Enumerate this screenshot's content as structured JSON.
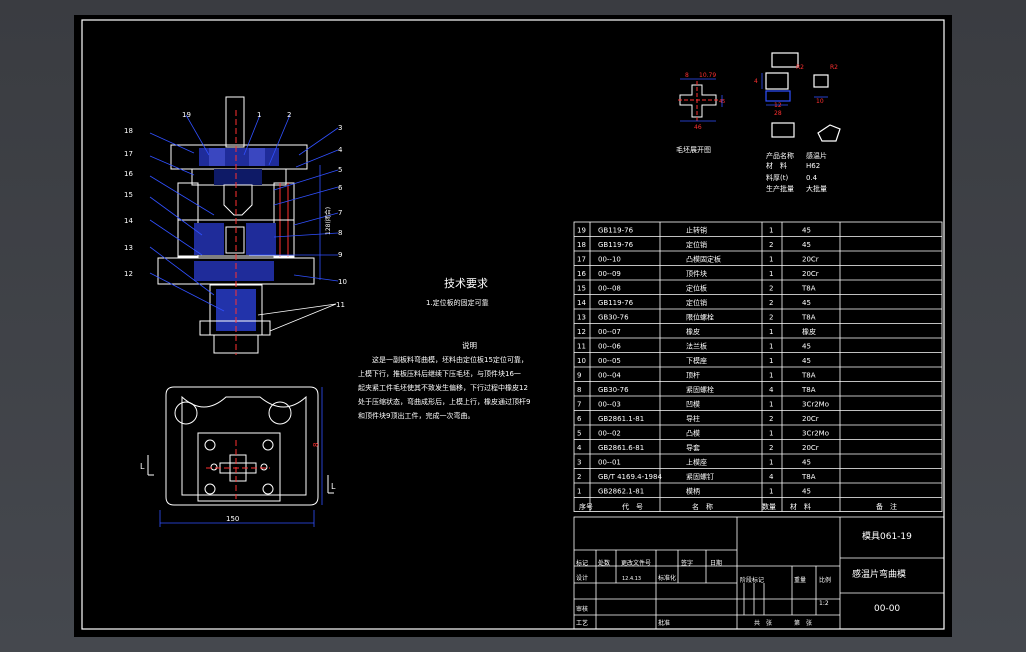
{
  "tech": {
    "title": "技术要求",
    "line1": "1.定位板的固定可靠",
    "desc_title": "说明",
    "desc": [
      "这是一副板料弯曲模，坯料由定位板15定位可靠，",
      "上模下行，推板压料后继续下压毛坯，与顶件块16一",
      "起夹紧工件毛坯使其不致发生偏移，下行过程中橡皮12",
      "处于压缩状态，弯曲成形后，上模上行，橡皮通过顶杆9",
      "和顶件块9顶出工件，完成一次弯曲。"
    ]
  },
  "section_labels_left": [
    "18",
    "17",
    "16",
    "15",
    "14",
    "13",
    "12"
  ],
  "section_labels_right": [
    "19",
    "1",
    "2",
    "3",
    "4",
    "5",
    "6",
    "7",
    "8",
    "9",
    "10",
    "11"
  ],
  "side_dim": "128(闭合)",
  "plan_dims": {
    "width": "150",
    "height": "8",
    "mark_left": "L",
    "mark_right": "L"
  },
  "part_sketch": {
    "caption": "毛坯展开图",
    "dims": [
      "8",
      "10.79",
      "46",
      "45",
      "R2",
      "4",
      "12",
      "28",
      "R2",
      "10"
    ]
  },
  "product": {
    "name_label": "产品名称",
    "name_value": "感温片",
    "material_label": "材　料",
    "material_value": "H62",
    "thick_label": "料厚(t)",
    "thick_value": "0.4",
    "batch_label": "生产批量",
    "batch_value": "大批量"
  },
  "bom": [
    {
      "no": "19",
      "code": "GB119-76",
      "name": "止转销",
      "qty": "1",
      "mat": "45"
    },
    {
      "no": "18",
      "code": "GB119-76",
      "name": "定位销",
      "qty": "2",
      "mat": "45"
    },
    {
      "no": "17",
      "code": "00--10",
      "name": "凸模固定板",
      "qty": "1",
      "mat": "20Cr"
    },
    {
      "no": "16",
      "code": "00--09",
      "name": "顶件块",
      "qty": "1",
      "mat": "20Cr"
    },
    {
      "no": "15",
      "code": "00--08",
      "name": "定位板",
      "qty": "2",
      "mat": "T8A"
    },
    {
      "no": "14",
      "code": "GB119-76",
      "name": "定位销",
      "qty": "2",
      "mat": "45"
    },
    {
      "no": "13",
      "code": "GB30-76",
      "name": "限位螺栓",
      "qty": "2",
      "mat": "T8A"
    },
    {
      "no": "12",
      "code": "00--07",
      "name": "橡皮",
      "qty": "1",
      "mat": "橡皮"
    },
    {
      "no": "11",
      "code": "00--06",
      "name": "法兰板",
      "qty": "1",
      "mat": "45"
    },
    {
      "no": "10",
      "code": "00--05",
      "name": "下模座",
      "qty": "1",
      "mat": "45"
    },
    {
      "no": "9",
      "code": "00--04",
      "name": "顶杆",
      "qty": "1",
      "mat": "T8A"
    },
    {
      "no": "8",
      "code": "GB30-76",
      "name": "紧固螺栓",
      "qty": "4",
      "mat": "T8A"
    },
    {
      "no": "7",
      "code": "00--03",
      "name": "凹模",
      "qty": "1",
      "mat": "3Cr2Mo"
    },
    {
      "no": "6",
      "code": "GB2861.1-81",
      "name": "导柱",
      "qty": "2",
      "mat": "20Cr"
    },
    {
      "no": "5",
      "code": "00--02",
      "name": "凸模",
      "qty": "1",
      "mat": "3Cr2Mo"
    },
    {
      "no": "4",
      "code": "GB2861.6-81",
      "name": "导套",
      "qty": "2",
      "mat": "20Cr"
    },
    {
      "no": "3",
      "code": "00--01",
      "name": "上模座",
      "qty": "1",
      "mat": "45"
    },
    {
      "no": "2",
      "code": "GB/T 4169.4-1984",
      "name": "紧固螺钉",
      "qty": "4",
      "mat": "T8A"
    },
    {
      "no": "1",
      "code": "GB2862.1-81",
      "name": "模柄",
      "qty": "1",
      "mat": "45"
    }
  ],
  "bom_header": {
    "no": "序号",
    "code": "代　号",
    "name": "名　称",
    "qty": "数量",
    "mat": "材　料",
    "note": "备　注"
  },
  "title_block": {
    "drawing_no": "模具061-19",
    "title": "感温片弯曲模",
    "code": "00-00",
    "scale": "1:2",
    "labels": {
      "mark": "标记",
      "count": "处数",
      "file": "更改文件号",
      "sign": "签字",
      "date": "日期",
      "design": "设计",
      "std": "标准化",
      "review": "审核",
      "process": "工艺",
      "approve": "批准",
      "stage": "阶段标记",
      "weight": "重量",
      "ratio": "比例",
      "sheet_total": "共　张",
      "sheet_no": "第　张"
    },
    "design_date": "12.4.13"
  }
}
